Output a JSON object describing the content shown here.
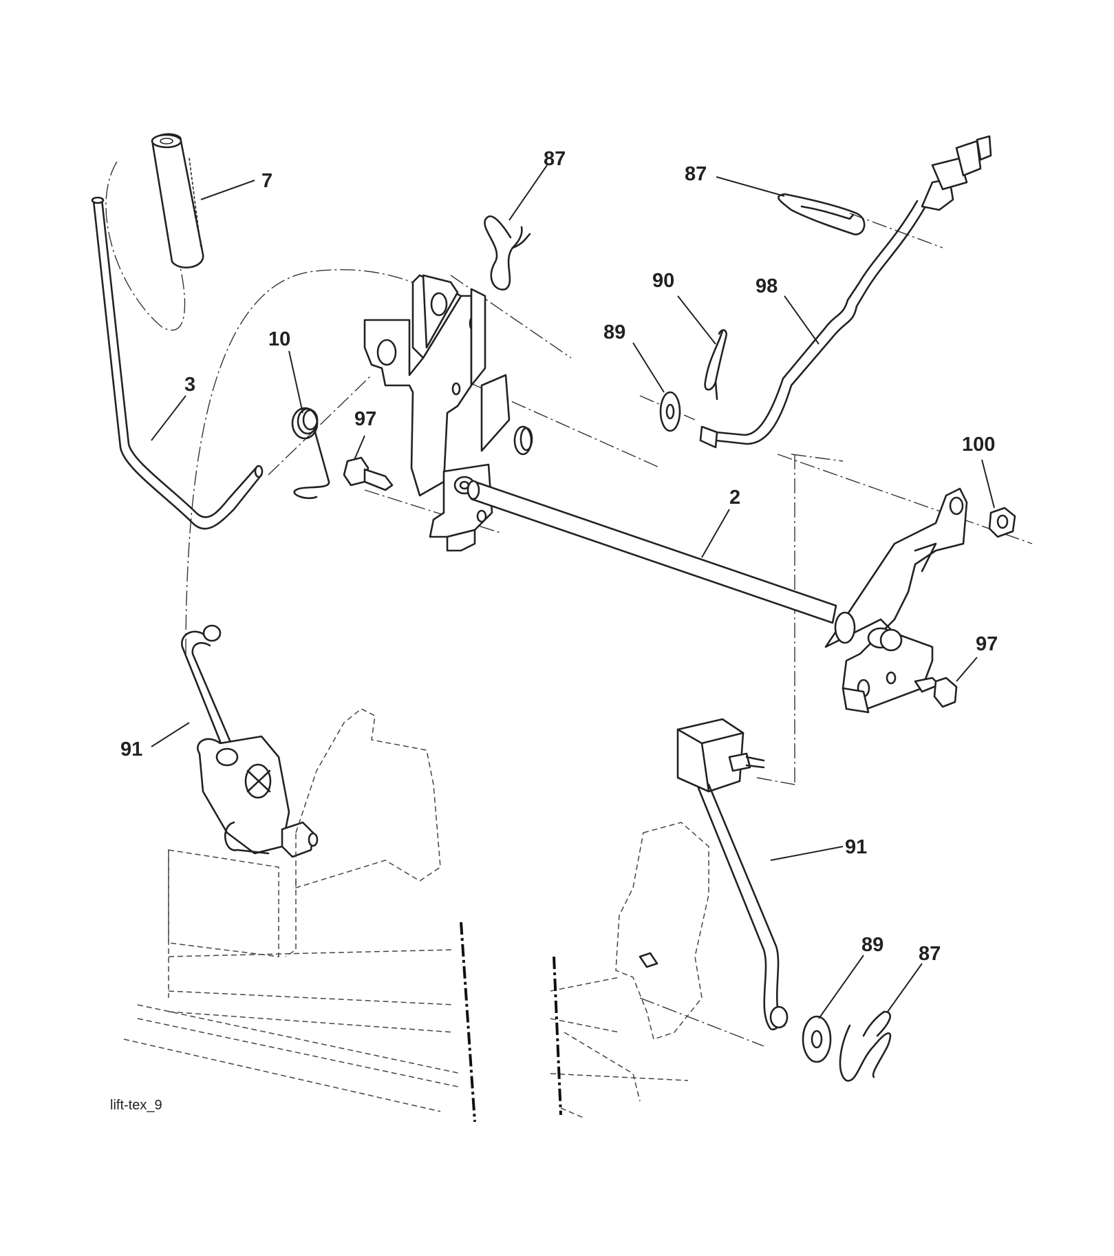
{
  "diagram": {
    "callouts": [
      {
        "id": "c-7",
        "text": "7"
      },
      {
        "id": "c-87-a",
        "text": "87"
      },
      {
        "id": "c-87-b",
        "text": "87"
      },
      {
        "id": "c-90",
        "text": "90"
      },
      {
        "id": "c-98",
        "text": "98"
      },
      {
        "id": "c-89-a",
        "text": "89"
      },
      {
        "id": "c-10",
        "text": "10"
      },
      {
        "id": "c-97-a",
        "text": "97"
      },
      {
        "id": "c-3",
        "text": "3"
      },
      {
        "id": "c-100",
        "text": "100"
      },
      {
        "id": "c-2",
        "text": "2"
      },
      {
        "id": "c-97-b",
        "text": "97"
      },
      {
        "id": "c-91-a",
        "text": "91"
      },
      {
        "id": "c-91-b",
        "text": "91"
      },
      {
        "id": "c-89-b",
        "text": "89"
      },
      {
        "id": "c-87-c",
        "text": "87"
      }
    ],
    "caption": "lift-tex_9"
  }
}
